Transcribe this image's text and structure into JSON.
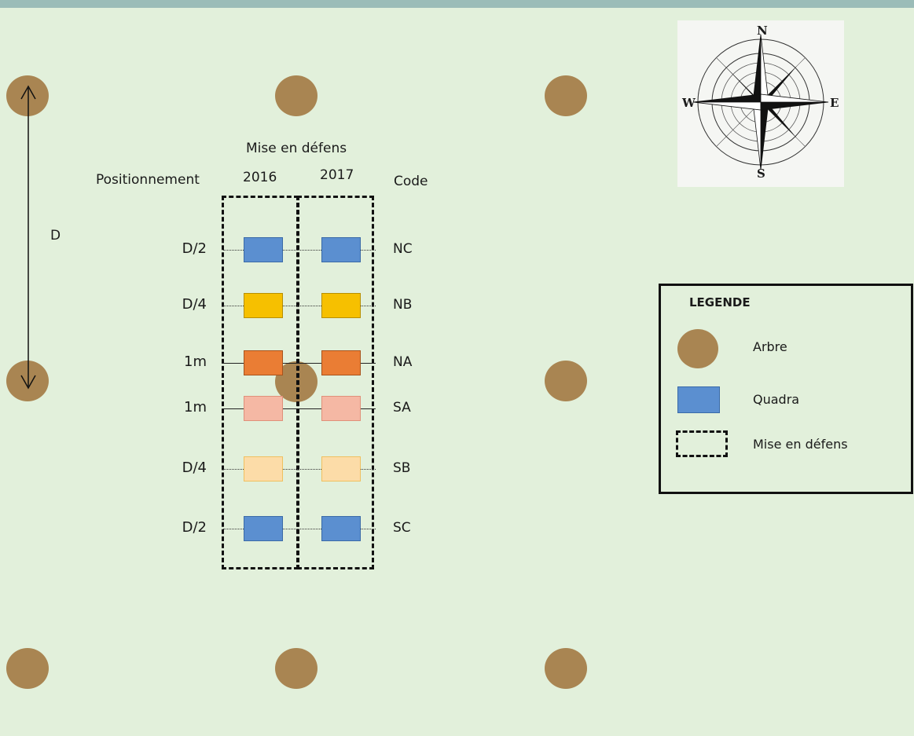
{
  "header": {
    "enclosure_title": "Mise en défens",
    "positioning_label": "Positionnement",
    "year_1": "2016",
    "year_2": "2017",
    "code_label": "Code"
  },
  "distance_label": "D",
  "rows": [
    {
      "position": "D/2",
      "code": "NC",
      "color": "#5b8fd0",
      "border": "#3a6aa8",
      "connector": "dotted"
    },
    {
      "position": "D/4",
      "code": "NB",
      "color": "#f6c000",
      "border": "#b88f00",
      "connector": "dotted"
    },
    {
      "position": "1m",
      "code": "NA",
      "color": "#ea7d34",
      "border": "#a8531c",
      "connector": "solid"
    },
    {
      "position": "1m",
      "code": "SA",
      "color": "#f5b8a4",
      "border": "#e0907a",
      "connector": "solid"
    },
    {
      "position": "D/4",
      "code": "SB",
      "color": "#fcdca8",
      "border": "#f0c060",
      "connector": "dotted"
    },
    {
      "position": "D/2",
      "code": "SC",
      "color": "#5b8fd0",
      "border": "#3a6aa8",
      "connector": "dotted"
    }
  ],
  "compass": {
    "north": "N",
    "south": "S",
    "east": "E",
    "west": "W"
  },
  "legend": {
    "title": "LEGENDE",
    "tree_label": "Arbre",
    "quadrat_label": "Quadra",
    "enclosure_label": "Mise en défens"
  },
  "colors": {
    "tree": "#a98552",
    "background": "#e2f0db",
    "top_bar": "#9bbcb8",
    "quadrat_blue": "#5b8fd0"
  }
}
